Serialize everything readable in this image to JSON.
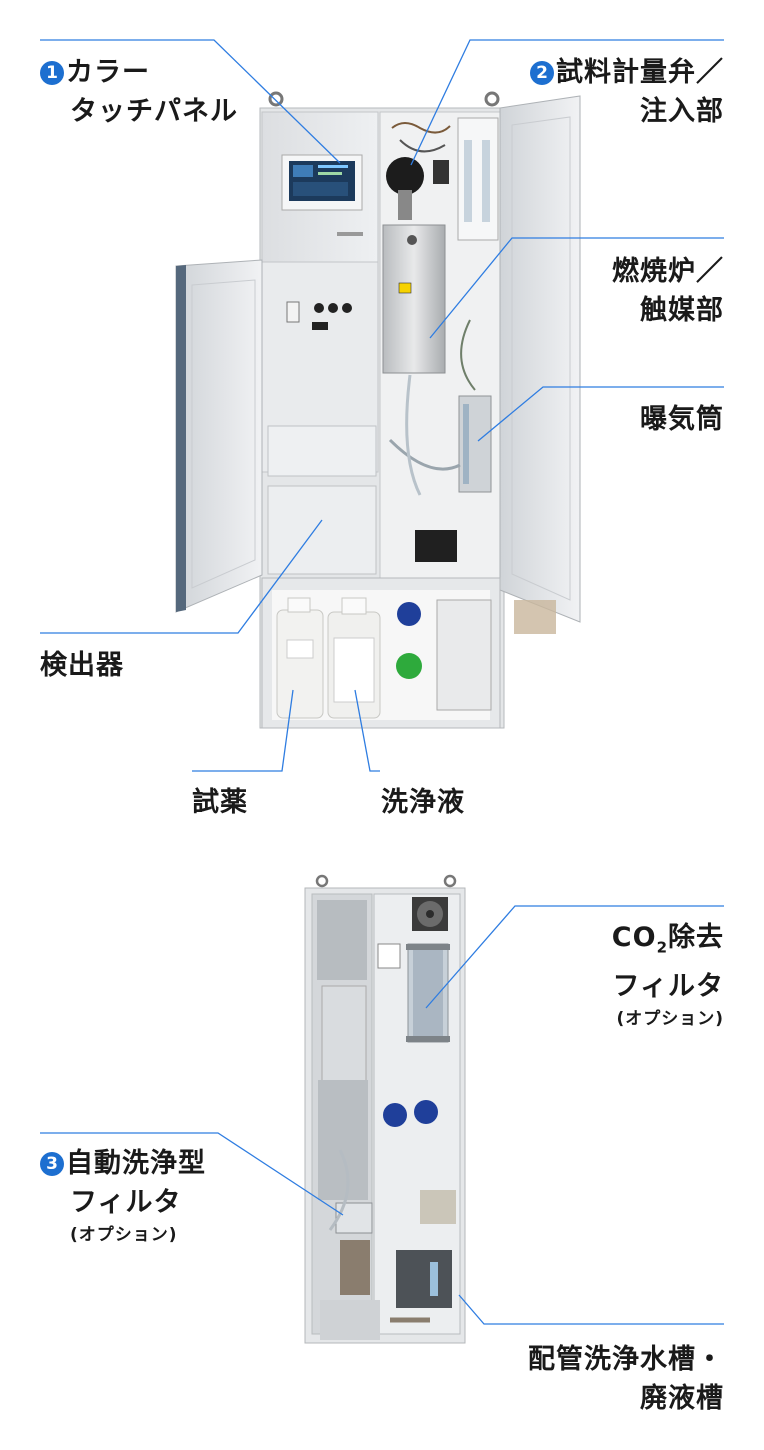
{
  "callouts_top": {
    "touch_panel": {
      "num": "1",
      "line1": "カラー",
      "line2": "タッチパネル"
    },
    "sampling_valve": {
      "num": "2",
      "line1": "試料計量弁／",
      "line2": "注入部"
    },
    "furnace": {
      "line1": "燃焼炉／",
      "line2": "触媒部"
    },
    "sparger": {
      "line1": "曝気筒"
    },
    "detector": {
      "line1": "検出器"
    },
    "reagent": {
      "line1": "試薬"
    },
    "wash_liquid": {
      "line1": "洗浄液"
    }
  },
  "callouts_bottom": {
    "co2_filter": {
      "line1a": "CO",
      "line1sub": "2",
      "line1b": "除去",
      "line2": "フィルタ",
      "option": "(オプション)"
    },
    "auto_filter": {
      "num": "3",
      "line1": "自動洗浄型",
      "line2": "フィルタ",
      "option": "(オプション)"
    },
    "tank": {
      "line1": "配管洗浄水槽・",
      "line2": "廃液槽"
    }
  },
  "colors": {
    "accent": "#1d6fd0",
    "leader_line": "#2f7de1",
    "cabinet": "#e6e7e9",
    "door_edge": "#56687a"
  }
}
